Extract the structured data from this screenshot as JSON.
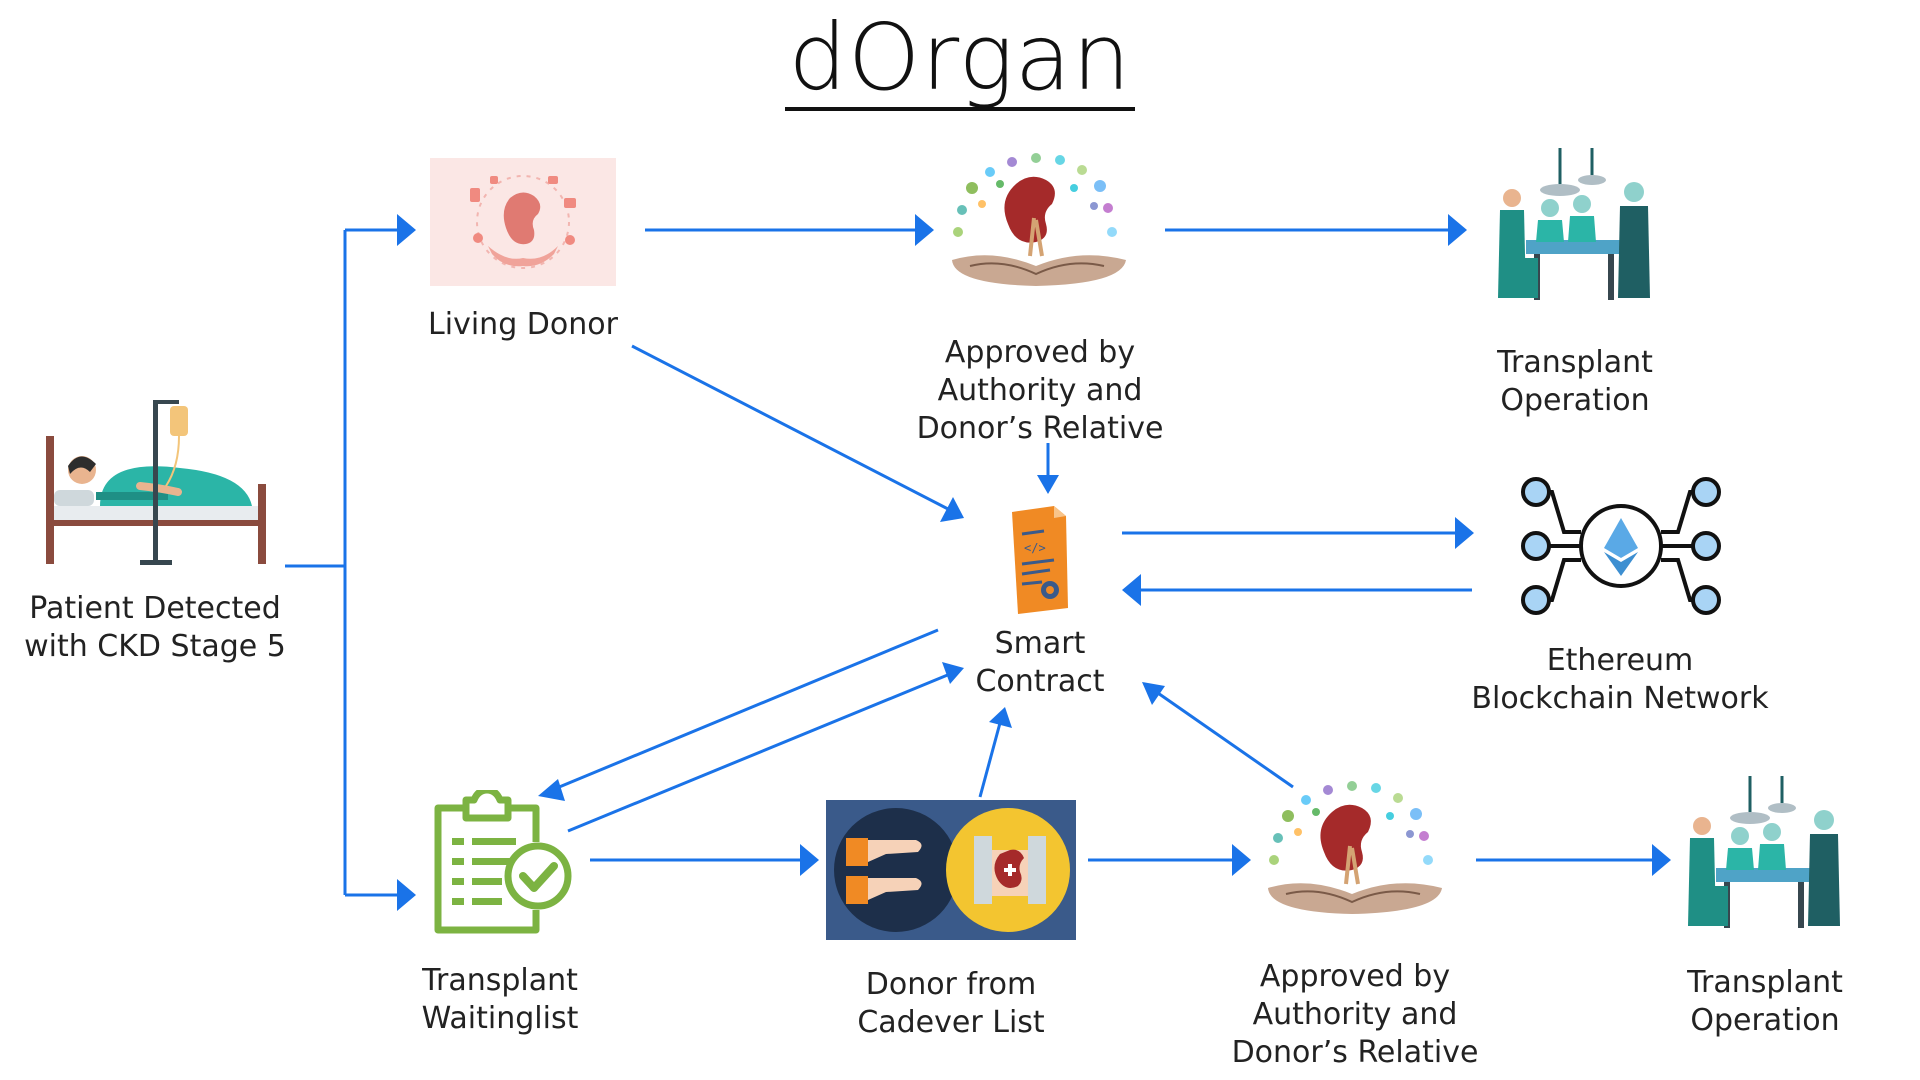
{
  "title": "dOrgan",
  "colors": {
    "arrow": "#1a73e8",
    "teal": "#2bb5a7",
    "dark_teal": "#1f5f63",
    "green_check": "#7cb342",
    "kidney": "#a52a2a",
    "eth_blue": "#5aa9e6",
    "orange_doc": "#f08a24",
    "navy": "#3a5a8a",
    "yellow": "#f3c530"
  },
  "nodes": {
    "patient": {
      "lines": [
        "Patient Detected",
        "with CKD Stage 5"
      ],
      "icon": "patient-bed-icon"
    },
    "living_donor": {
      "lines": [
        "Living Donor"
      ],
      "icon": "kidney-donor-icon"
    },
    "approved_top": {
      "lines": [
        "Approved by",
        "Authority and",
        "Donor’s Relative"
      ],
      "icon": "kidney-hands-icon"
    },
    "transplant_top": {
      "lines": [
        "Transplant",
        "Operation"
      ],
      "icon": "surgery-team-icon"
    },
    "smart_contract": {
      "lines": [
        "Smart",
        "Contract"
      ],
      "icon": "contract-document-icon"
    },
    "ethereum": {
      "lines": [
        "Ethereum",
        "Blockchain Network"
      ],
      "icon": "ethereum-network-icon"
    },
    "waitinglist": {
      "lines": [
        "Transplant",
        "Waitinglist"
      ],
      "icon": "clipboard-check-icon"
    },
    "cadaver": {
      "lines": [
        "Donor from",
        "Cadever List"
      ],
      "icon": "organ-exchange-icon"
    },
    "approved_bottom": {
      "lines": [
        "Approved by",
        "Authority and",
        "Donor’s Relative"
      ],
      "icon": "kidney-hands-icon"
    },
    "transplant_bottom": {
      "lines": [
        "Transplant",
        "Operation"
      ],
      "icon": "surgery-team-icon"
    }
  }
}
